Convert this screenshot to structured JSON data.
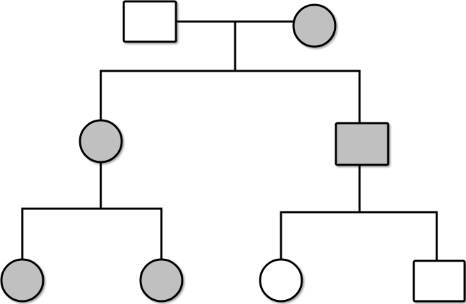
{
  "diagram": {
    "type": "pedigree",
    "colors": {
      "affected": "#c0c0c0",
      "unaffected": "#ffffff",
      "line": "#000000"
    },
    "individuals": [
      {
        "id": "I-1",
        "sex": "male",
        "affected": false
      },
      {
        "id": "I-2",
        "sex": "female",
        "affected": true
      },
      {
        "id": "II-1",
        "sex": "female",
        "affected": true
      },
      {
        "id": "II-2",
        "sex": "male",
        "affected": true
      },
      {
        "id": "III-1",
        "sex": "female",
        "affected": true
      },
      {
        "id": "III-2",
        "sex": "female",
        "affected": true
      },
      {
        "id": "III-3",
        "sex": "female",
        "affected": false
      },
      {
        "id": "III-4",
        "sex": "male",
        "affected": false
      }
    ]
  }
}
